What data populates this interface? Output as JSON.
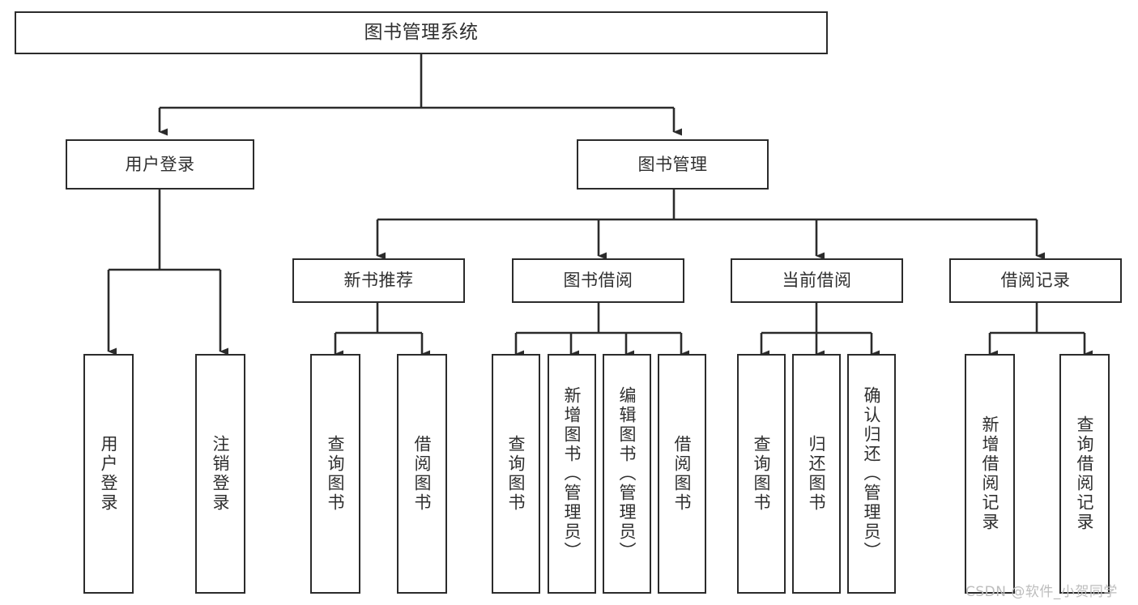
{
  "diagram": {
    "title": "图书管理系统",
    "watermark": "CSDN @软件_小贺同学",
    "colors": {
      "border": "#2b2b2b",
      "text": "#2f2f2f",
      "background": "#ffffff",
      "watermark": "#bdbdbd"
    },
    "nodes": {
      "root": {
        "label": "图书管理系统"
      },
      "level1": [
        {
          "id": "user-login",
          "label": "用户登录"
        },
        {
          "id": "book-management",
          "label": "图书管理"
        }
      ],
      "level2": [
        {
          "id": "new-book-recommend",
          "label": "新书推荐"
        },
        {
          "id": "book-borrow",
          "label": "图书借阅"
        },
        {
          "id": "current-borrow",
          "label": "当前借阅"
        },
        {
          "id": "borrow-record",
          "label": "借阅记录"
        }
      ],
      "leaves": {
        "user_login": [
          {
            "id": "leaf-user-login",
            "label": "用户登录"
          },
          {
            "id": "leaf-logout-login",
            "label": "注销登录"
          }
        ],
        "new_book_recommend": [
          {
            "id": "leaf-query-book-1",
            "label": "查询图书"
          },
          {
            "id": "leaf-borrow-book-1",
            "label": "借阅图书"
          }
        ],
        "book_borrow": [
          {
            "id": "leaf-query-book-2",
            "label": "查询图书"
          },
          {
            "id": "leaf-add-book",
            "label": "新增图书（管理员）"
          },
          {
            "id": "leaf-edit-book",
            "label": "编辑图书（管理员）"
          },
          {
            "id": "leaf-borrow-book-2",
            "label": "借阅图书"
          }
        ],
        "current_borrow": [
          {
            "id": "leaf-query-book-3",
            "label": "查询图书"
          },
          {
            "id": "leaf-return-book",
            "label": "归还图书"
          },
          {
            "id": "leaf-confirm-return",
            "label": "确认归还（管理员）"
          }
        ],
        "borrow_record": [
          {
            "id": "leaf-add-record",
            "label": "新增借阅记录"
          },
          {
            "id": "leaf-query-record",
            "label": "查询借阅记录"
          }
        ]
      }
    }
  }
}
